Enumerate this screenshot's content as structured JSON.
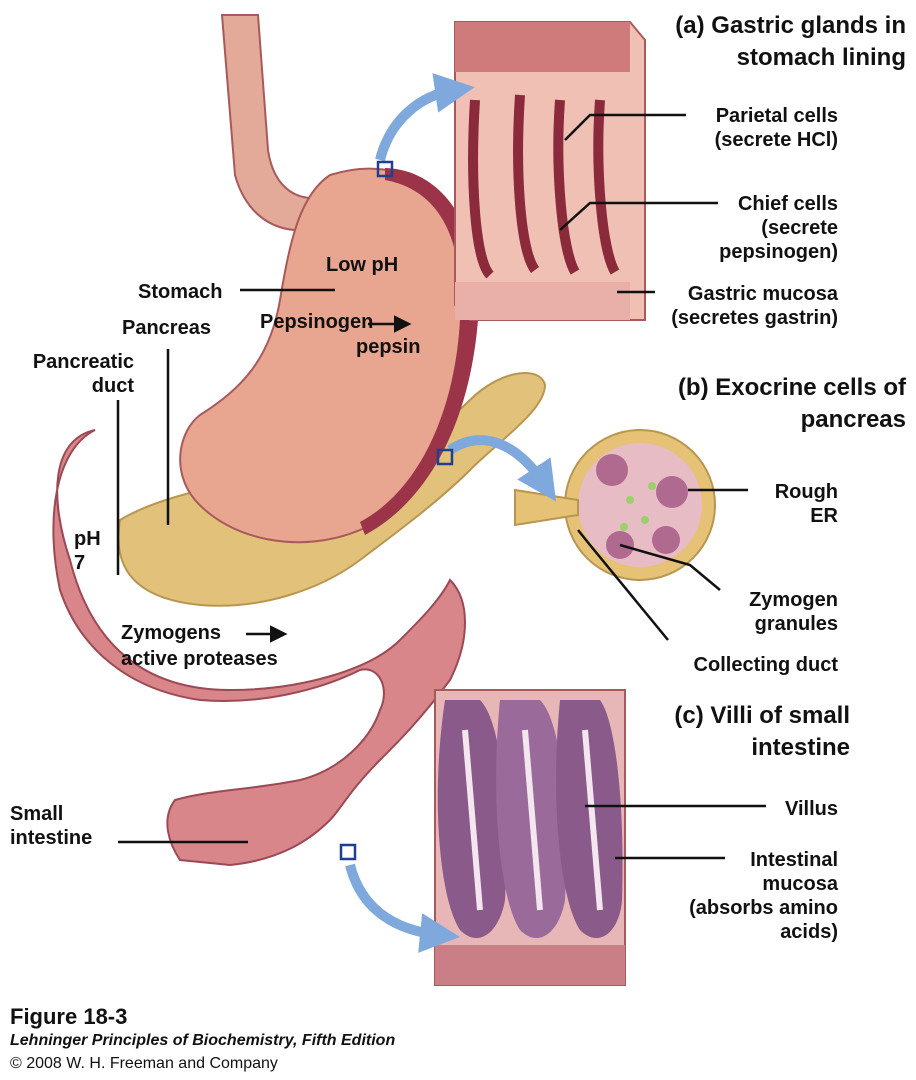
{
  "panels": {
    "a": "(a) Gastric glands in\nstomach lining",
    "b": "(b) Exocrine cells of\npancreas",
    "c": "(c) Villi of small\nintestine"
  },
  "labels": {
    "parietal": "Parietal cells\n(secrete HCl)",
    "chief": "Chief cells\n(secrete\npepsinogen)",
    "gastric_mucosa": "Gastric mucosa\n(secretes gastrin)",
    "low_ph": "Low pH",
    "stomach": "Stomach",
    "pepsinogen": "Pepsinogen",
    "pepsin": "pepsin",
    "pancreas": "Pancreas",
    "pancreatic_duct": "Pancreatic\nduct",
    "ph7": "pH\n7",
    "rough_er": "Rough\nER",
    "zymogen_granules": "Zymogen\ngranules",
    "collecting_duct": "Collecting duct",
    "zymogens": "Zymogens",
    "active_proteases": "active proteases",
    "villus": "Villus",
    "intestinal_mucosa": "Intestinal\nmucosa\n(absorbs amino\nacids)",
    "small_intestine": "Small\nintestine"
  },
  "caption": {
    "figure": "Figure 18-3",
    "source": "Lehninger Principles of Biochemistry, Fifth Edition",
    "copyright": "© 2008 W. H. Freeman and Company"
  },
  "colors": {
    "stomach": "#e8a590",
    "stomach_rim": "#9b3448",
    "intestine": "#d9868a",
    "pancreas": "#e2c27a",
    "villi": "#8a5a8a",
    "arrow": "#7fa9dd",
    "marker": "#1f3f8f"
  }
}
